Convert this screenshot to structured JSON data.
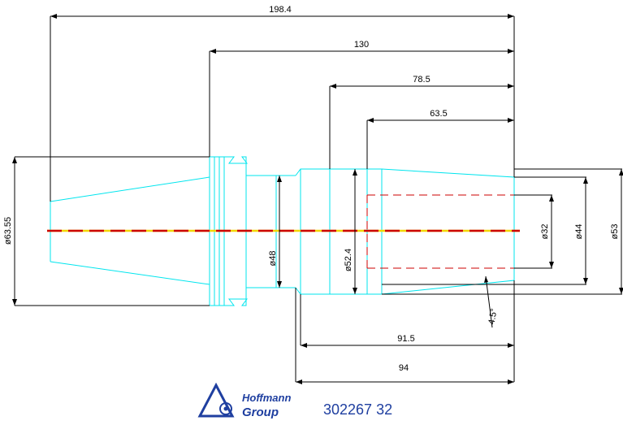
{
  "dimensions": {
    "overall_length": "198.4",
    "length_130": "130",
    "length_78_5": "78.5",
    "length_63_5": "63.5",
    "length_91_5": "91.5",
    "length_94": "94",
    "dia_flange": "ø63.55",
    "dia_neck": "ø48",
    "dia_collar": "ø52.4",
    "dia_bore": "ø32",
    "dia_front": "ø44",
    "dia_max": "ø53",
    "angle": "4.5°"
  },
  "title_block": {
    "logo_line1": "Hoffmann",
    "logo_line2": "Group",
    "part_number": "302267 32"
  },
  "colors": {
    "outline": "#00e5ee",
    "dimension": "#000000",
    "centerline_dash": "#cc0000",
    "centerline_base": "#f2d600",
    "hidden_bore": "#cc0000",
    "brand": "#1f3fa0"
  }
}
